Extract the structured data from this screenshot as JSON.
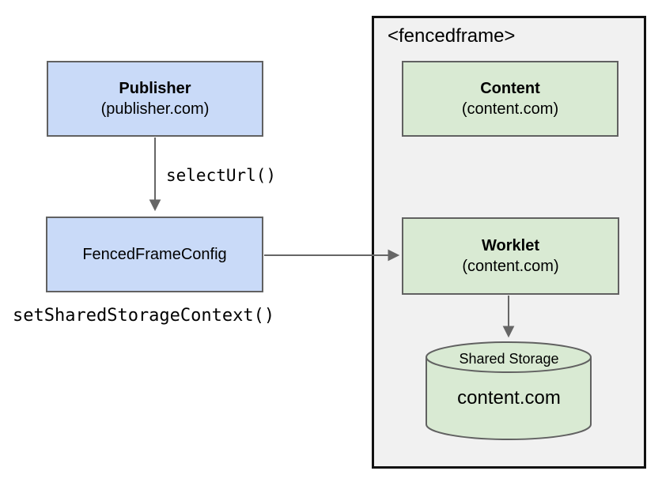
{
  "publisher_box": {
    "title": "Publisher",
    "subtitle": "(publisher.com)"
  },
  "select_url_label": "selectUrl()",
  "fenced_frame_config_box": {
    "title": "FencedFrameConfig"
  },
  "set_shared_storage_context_label": "setSharedStorageContext()",
  "fencedframe": {
    "tag_label": "<fencedframe>",
    "content_box": {
      "title": "Content",
      "subtitle": "(content.com)"
    },
    "worklet_box": {
      "title": "Worklet",
      "subtitle": "(content.com)"
    },
    "shared_storage_cylinder": {
      "label": "Shared Storage",
      "origin": "content.com"
    }
  },
  "colors": {
    "blue_fill": "#c9daf8",
    "green_fill": "#d9ead3",
    "frame_fill": "#f1f1f1",
    "frame_border": "#111111",
    "box_border": "#616161",
    "arrow": "#666666",
    "text": "#000000"
  }
}
